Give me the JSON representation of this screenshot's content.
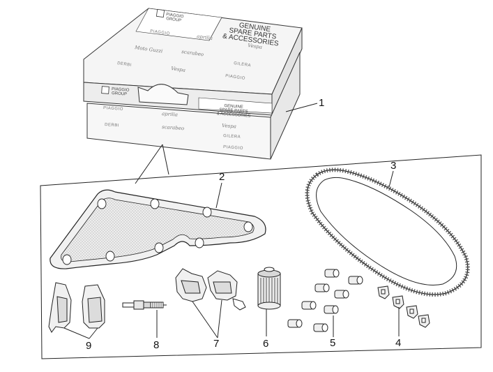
{
  "callouts": {
    "c1": "1",
    "c2": "2",
    "c3": "3",
    "c4": "4",
    "c5": "5",
    "c6": "6",
    "c7": "7",
    "c8": "8",
    "c9": "9"
  },
  "box": {
    "group_line1": "PIAGGIO",
    "group_line2": "GROUP",
    "title_line1": "GENUINE",
    "title_line2": "SPARE PARTS",
    "title_line3": "& ACCESSORIES",
    "brands": [
      "PIAGGIO",
      "aprilia",
      "Vespa",
      "Moto Guzzi",
      "scarabeo",
      "DERBI",
      "GILERA"
    ]
  },
  "colors": {
    "line": "#222222",
    "box_fill": "#f4f4f4",
    "mesh": "#d9d9d9"
  }
}
